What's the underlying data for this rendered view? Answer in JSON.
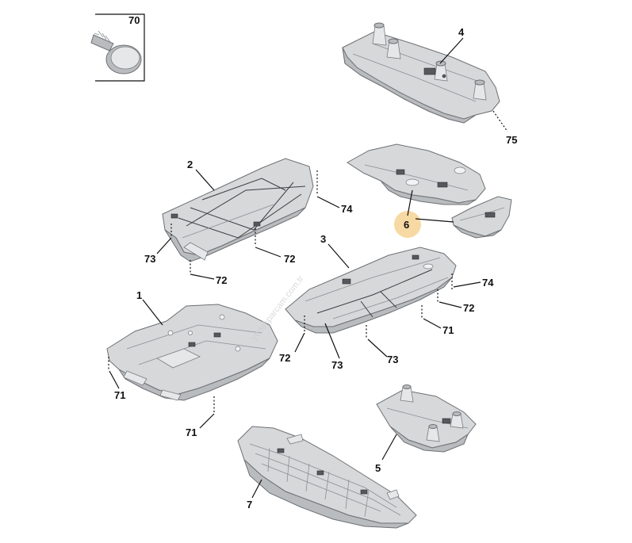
{
  "diagram": {
    "callouts": {
      "c70": "70",
      "c4": "4",
      "c75": "75",
      "c2": "2",
      "c74a": "74",
      "c6": "6",
      "c73a": "73",
      "c72a": "72",
      "c72b": "72",
      "c3": "3",
      "c74b": "74",
      "c72c": "72",
      "c71a": "71",
      "c1": "1",
      "c72d": "72",
      "c73b": "73",
      "c73c": "73",
      "c71b": "71",
      "c71c": "71",
      "c5": "5",
      "c7": "7"
    },
    "watermark": "yedekparcam.com.tr",
    "colors": {
      "part_fill": "#d6d8da",
      "outline": "#6e7073",
      "highlight": "#f7d9a3"
    }
  }
}
